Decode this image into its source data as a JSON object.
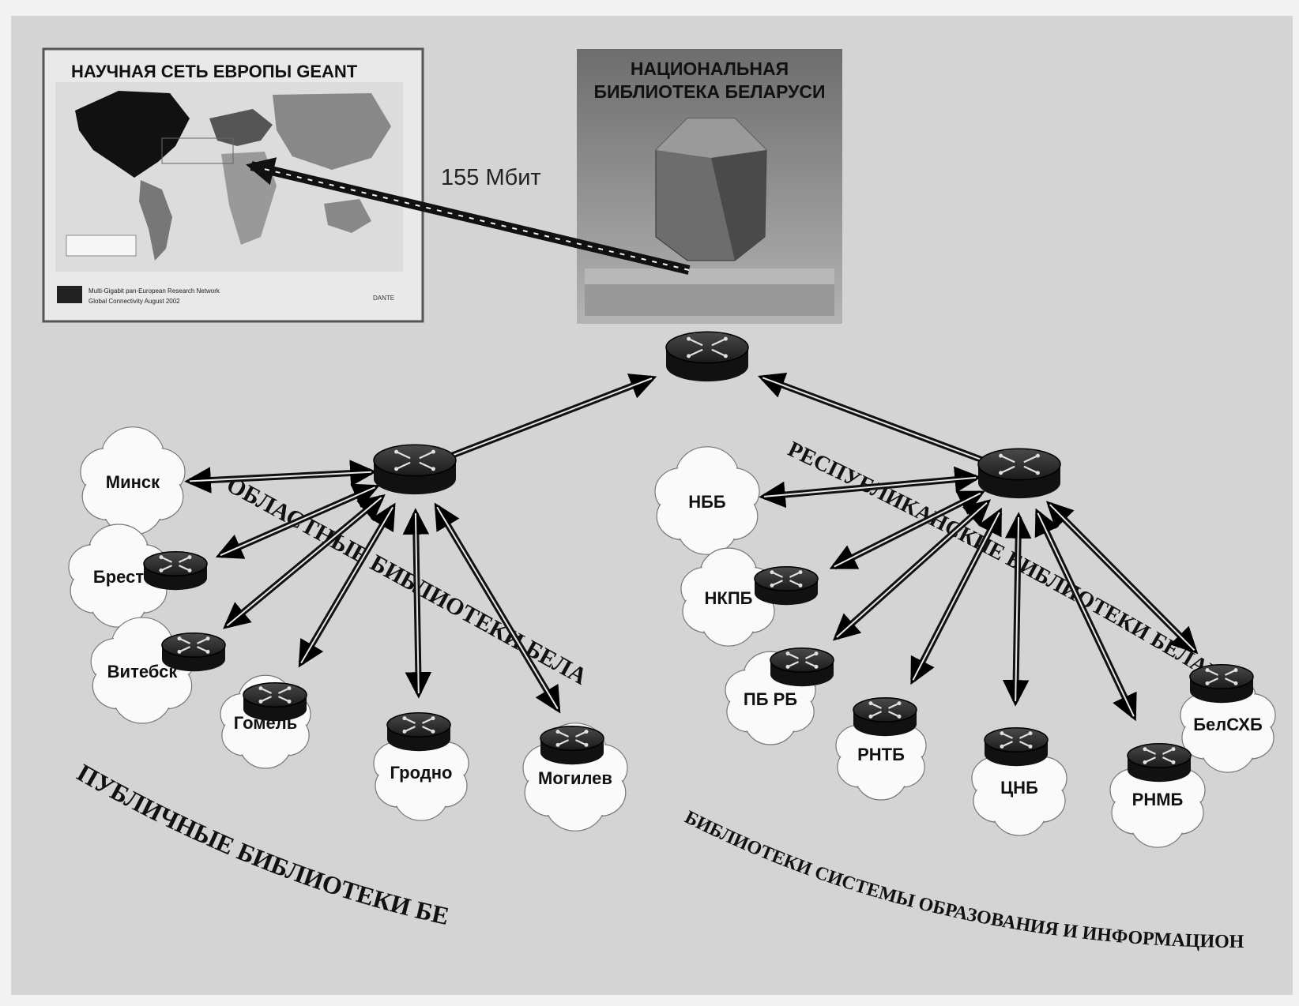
{
  "geant_panel": {
    "title": "НАУЧНАЯ СЕТЬ ЕВРОПЫ GEANT",
    "footer_line1": "Multi-Gigabit pan-European Research Network",
    "footer_line2": "Global Connectivity August 2002",
    "logo_text": "DANTE"
  },
  "library_panel": {
    "title_line1": "НАЦИОНАЛЬНАЯ",
    "title_line2": "БИБЛИОТЕКА БЕЛАРУСИ"
  },
  "link_speed": "155 Мбит",
  "regional": {
    "arc_label": "ОБЛАСТНЫЕ  БИБЛИОТЕКИ  БЕЛАРУСИ",
    "group_label": "ПУБЛИЧНЫЕ БИБЛИОТЕКИ   БЕЛАРУСИ",
    "nodes": [
      "Минск",
      "Брест",
      "Витебск",
      "Гомель",
      "Гродно",
      "Могилев"
    ]
  },
  "republican": {
    "arc_label": "РЕСПУБЛИКАНСКИЕ  БИБЛИОТЕКИ  БЕЛАРУСИ",
    "group_label": "БИБЛИОТЕКИ  СИСТЕМЫ ОБРАЗОВАНИЯ И ИНФОРМАЦИОННЫЕ ЦЕНТРЫ",
    "nodes": [
      "НББ",
      "НКПБ",
      "ПБ  РБ",
      "РНТБ",
      "ЦНБ",
      "РНМБ",
      "БелСХБ"
    ]
  }
}
